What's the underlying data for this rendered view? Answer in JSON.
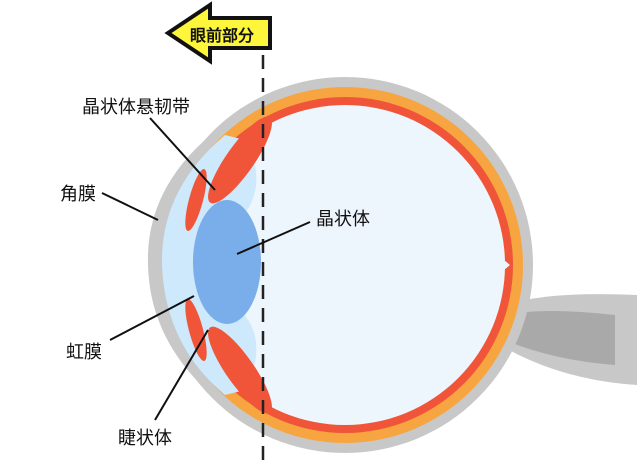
{
  "arrow_label": "眼前部分",
  "labels": {
    "zonule": "晶状体悬韧带",
    "cornea": "角膜",
    "lens": "晶状体",
    "iris": "虹膜",
    "ciliary": "睫状体"
  },
  "colors": {
    "sclera": "#c8c8c8",
    "choroid": "#f7a540",
    "retina": "#f0553a",
    "vitreous": "#eef6fd",
    "aqueous": "#cde9fb",
    "lens": "#7aaeea",
    "arrow": "#fdf63a"
  }
}
